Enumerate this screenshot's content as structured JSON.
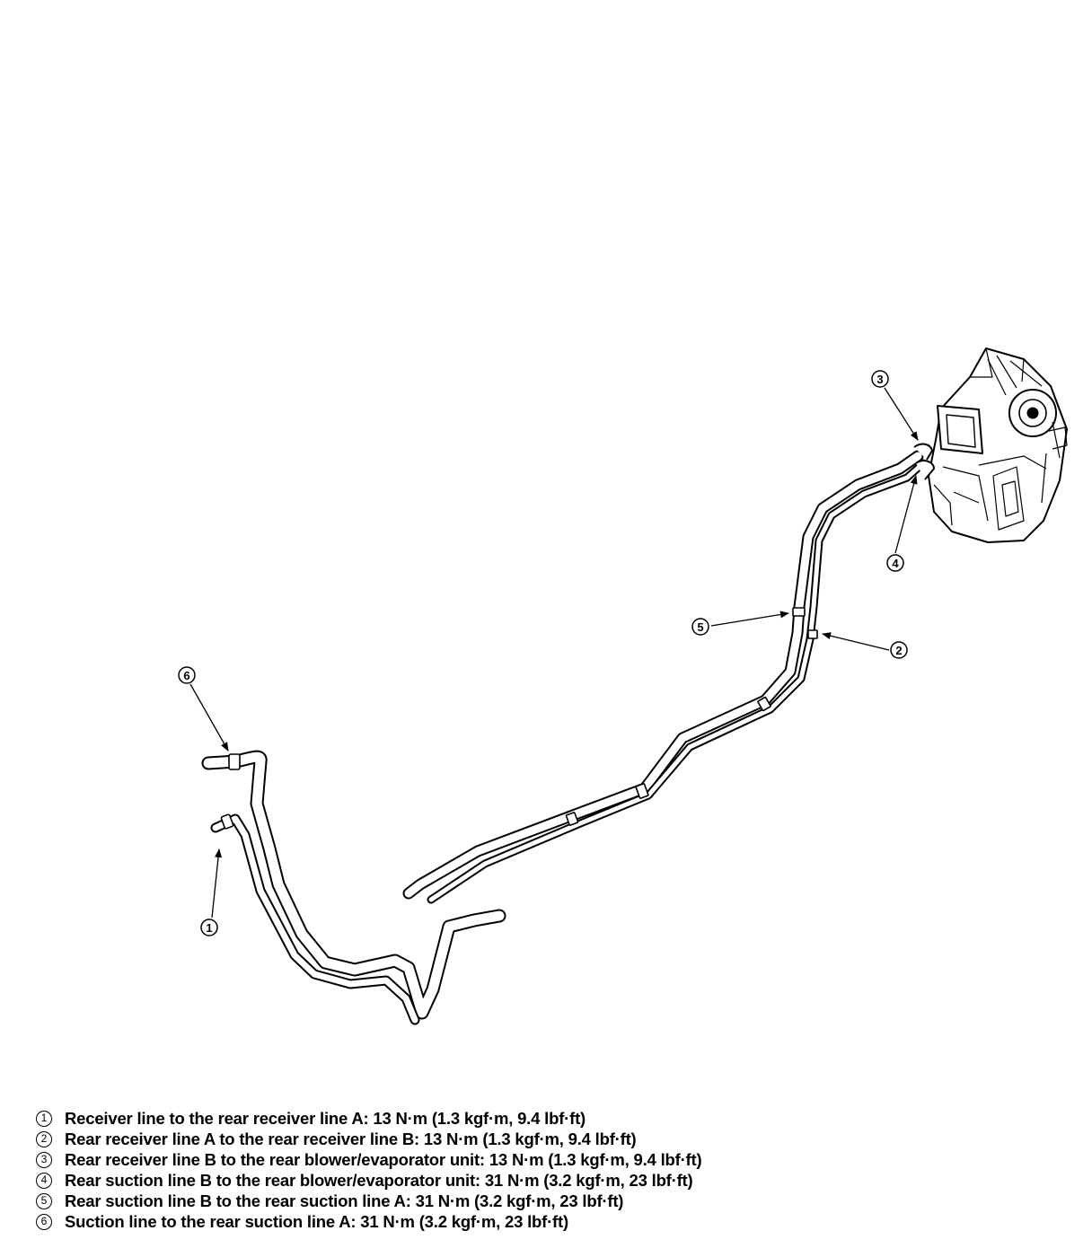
{
  "callouts": [
    {
      "number": "1"
    },
    {
      "number": "2"
    },
    {
      "number": "3"
    },
    {
      "number": "4"
    },
    {
      "number": "5"
    },
    {
      "number": "6"
    }
  ],
  "legend": [
    {
      "number": "1",
      "text": "Receiver line to the rear receiver line A: 13 N·m (1.3 kgf·m, 9.4 lbf·ft)"
    },
    {
      "number": "2",
      "text": "Rear receiver line A to the rear receiver line B: 13 N·m (1.3 kgf·m, 9.4 lbf·ft)"
    },
    {
      "number": "3",
      "text": "Rear receiver line B to the rear blower/evaporator unit: 13 N·m (1.3 kgf·m, 9.4 lbf·ft)"
    },
    {
      "number": "4",
      "text": "Rear suction line B to the rear blower/evaporator unit: 31 N·m (3.2 kgf·m, 23 lbf·ft)"
    },
    {
      "number": "5",
      "text": "Rear suction line B to the rear suction line A: 31 N·m (3.2 kgf·m, 23 lbf·ft)"
    },
    {
      "number": "6",
      "text": "Suction line to the rear suction line A: 31 N·m (3.2 kgf·m, 23 lbf·ft)"
    }
  ]
}
